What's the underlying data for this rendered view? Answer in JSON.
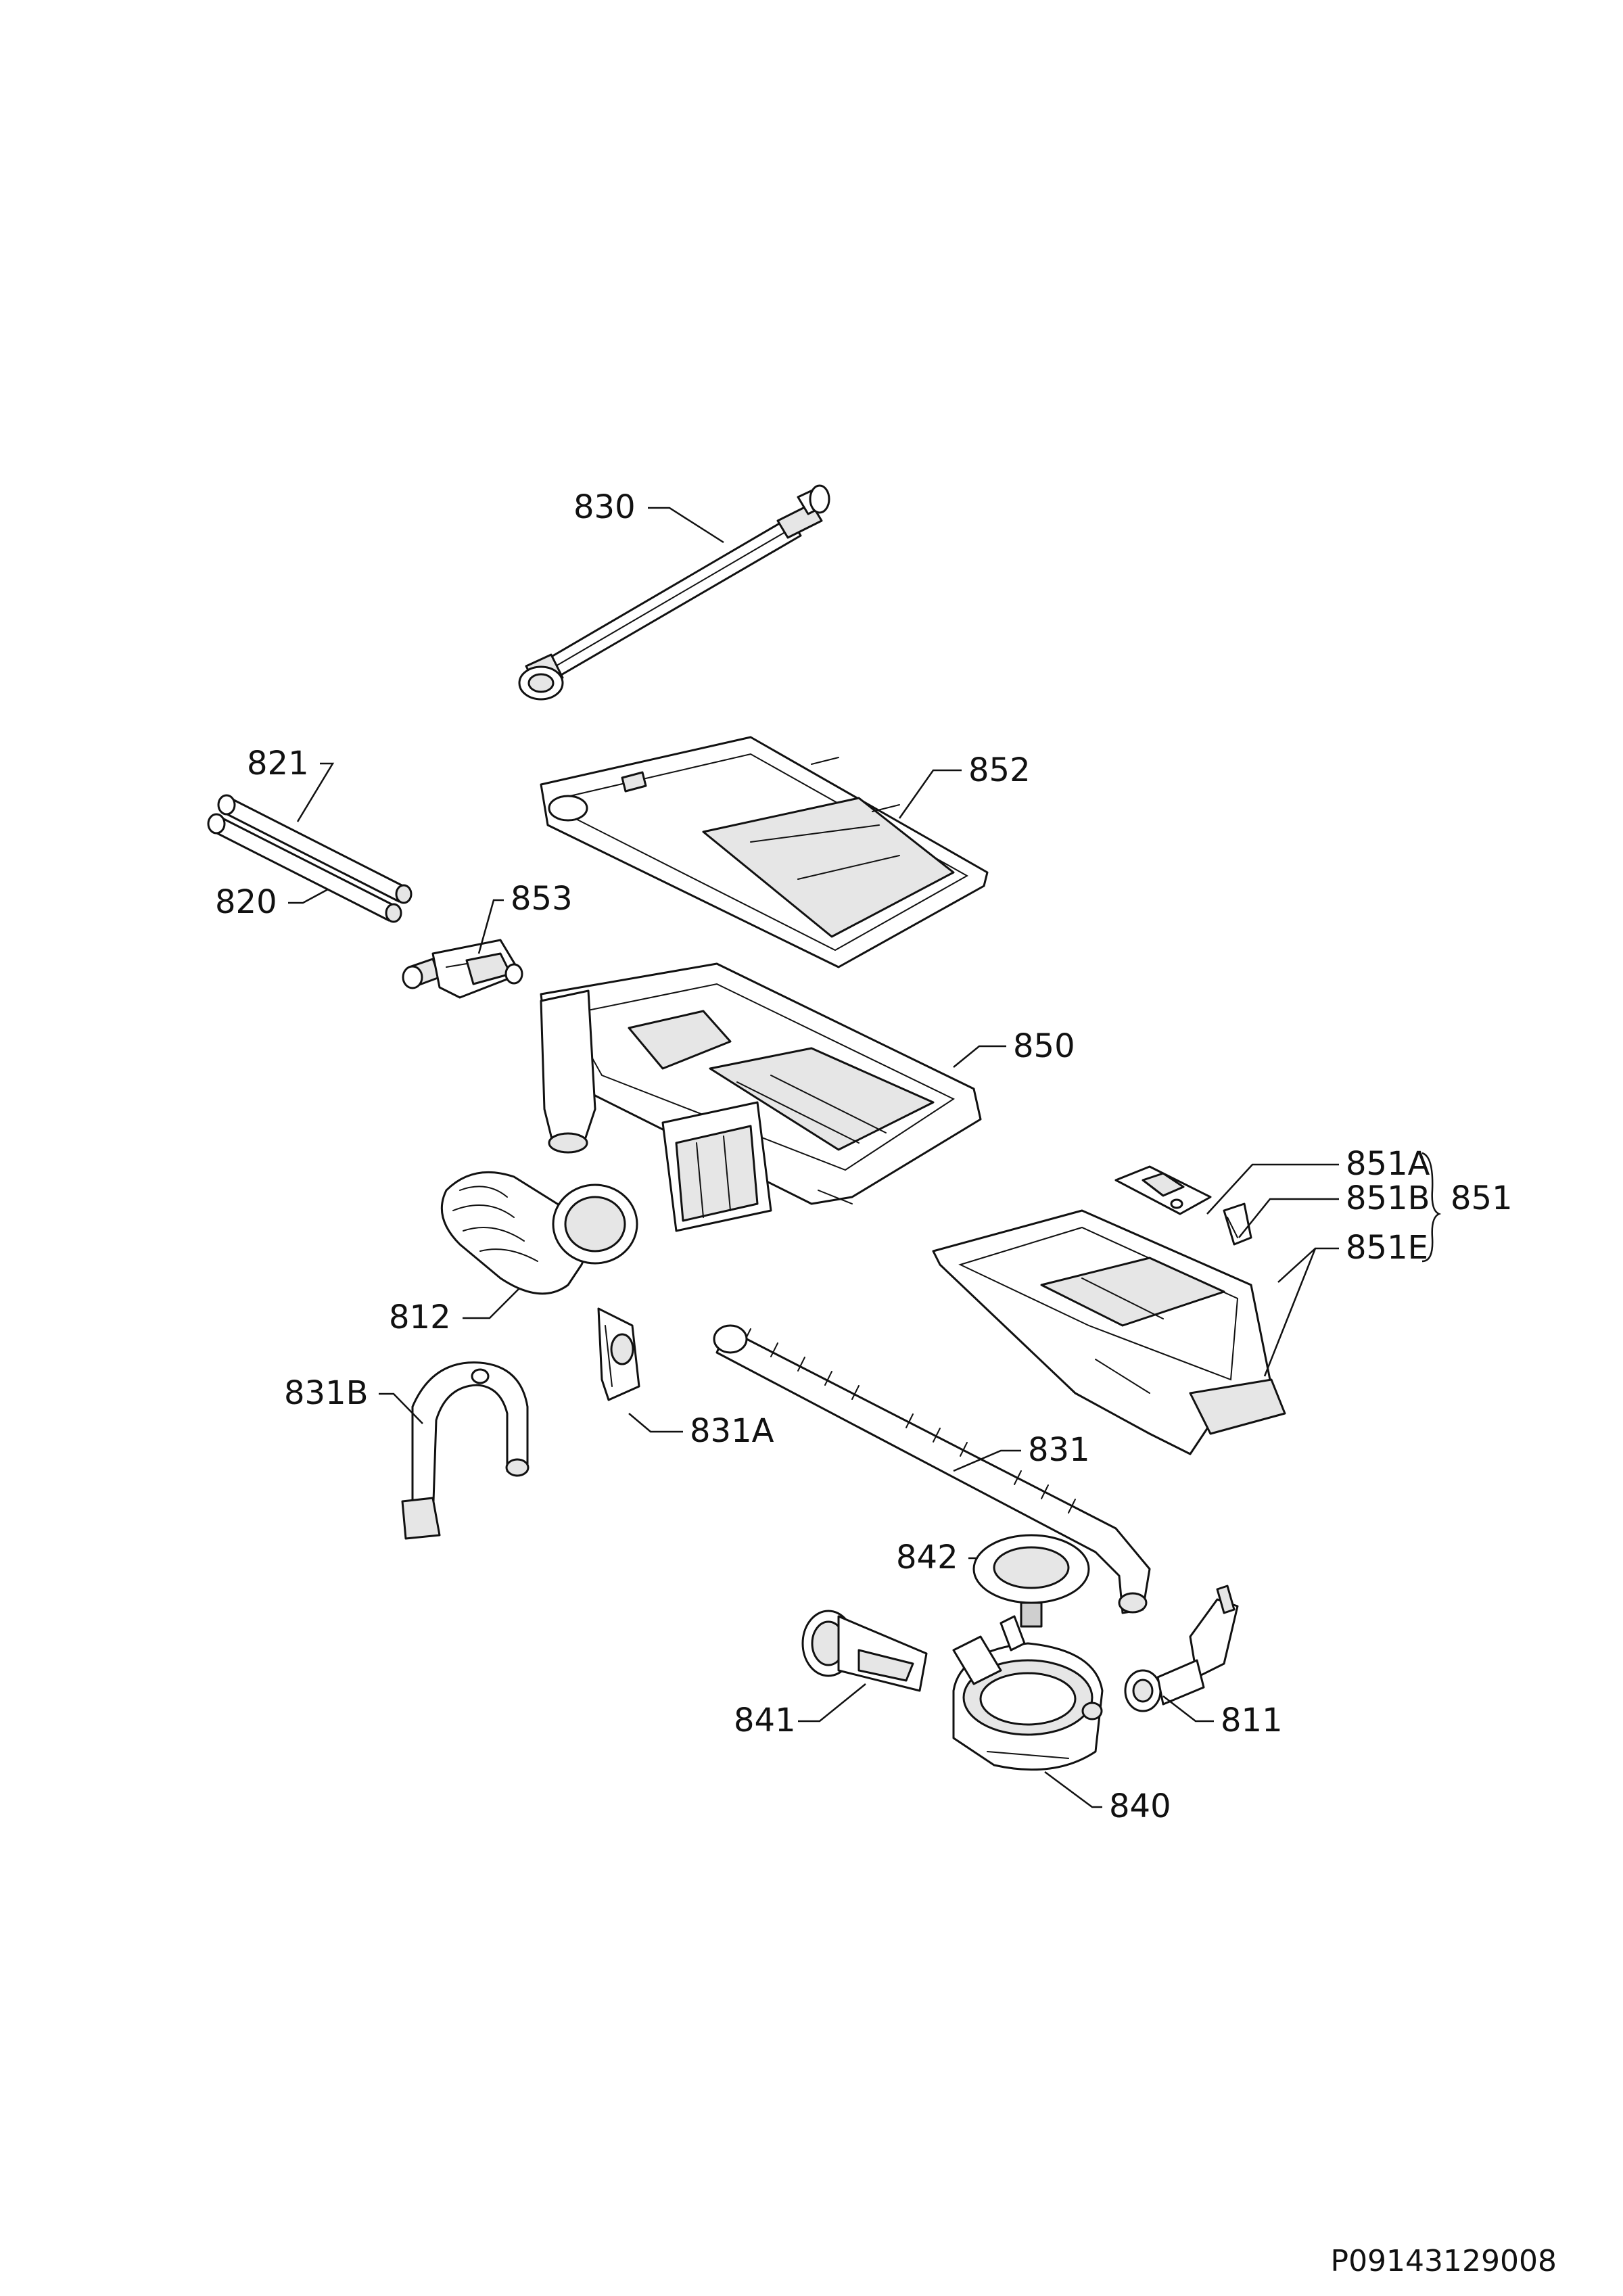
{
  "labels": {
    "p830": "830",
    "p852": "852",
    "p821": "821",
    "p820": "820",
    "p853": "853",
    "p850": "850",
    "p851A": "851A",
    "p851B": "851B",
    "p851": "851",
    "p851E": "851E",
    "p812": "812",
    "p831B": "831B",
    "p831A": "831A",
    "p831": "831",
    "p842": "842",
    "p841": "841",
    "p811": "811",
    "p840": "840"
  },
  "drawing_code": "P09143129008"
}
